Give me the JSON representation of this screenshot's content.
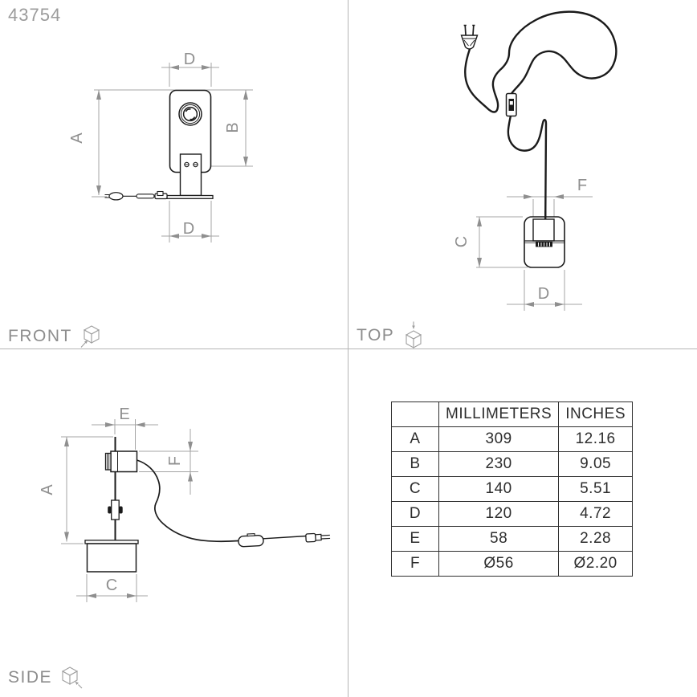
{
  "title": "43754",
  "views": {
    "front": {
      "label": "FRONT",
      "dim_top": "D",
      "dim_left": "A",
      "dim_right": "B",
      "dim_bottom": "D"
    },
    "top": {
      "label": "TOP",
      "dim_diameter": "F",
      "dim_height": "C",
      "dim_width": "D"
    },
    "side": {
      "label": "SIDE",
      "dim_offset": "E",
      "dim_head": "F",
      "dim_height": "A",
      "dim_base": "C"
    }
  },
  "table": {
    "col_headers": [
      "MILLIMETERS",
      "INCHES"
    ],
    "rows": [
      {
        "key": "A",
        "mm": "309",
        "inches": "12.16"
      },
      {
        "key": "B",
        "mm": "230",
        "inches": "9.05"
      },
      {
        "key": "C",
        "mm": "140",
        "inches": "5.51"
      },
      {
        "key": "D",
        "mm": "120",
        "inches": "4.72"
      },
      {
        "key": "E",
        "mm": "58",
        "inches": "2.28"
      },
      {
        "key": "F",
        "mm": "Ø56",
        "inches": "Ø2.20"
      }
    ]
  },
  "colors": {
    "object_line": "#1b1b1b",
    "dimension_line": "#a4a4a4",
    "dimension_text": "#8f8f8f",
    "divider": "#b5b5b5",
    "table_border": "#2f2f2f"
  }
}
